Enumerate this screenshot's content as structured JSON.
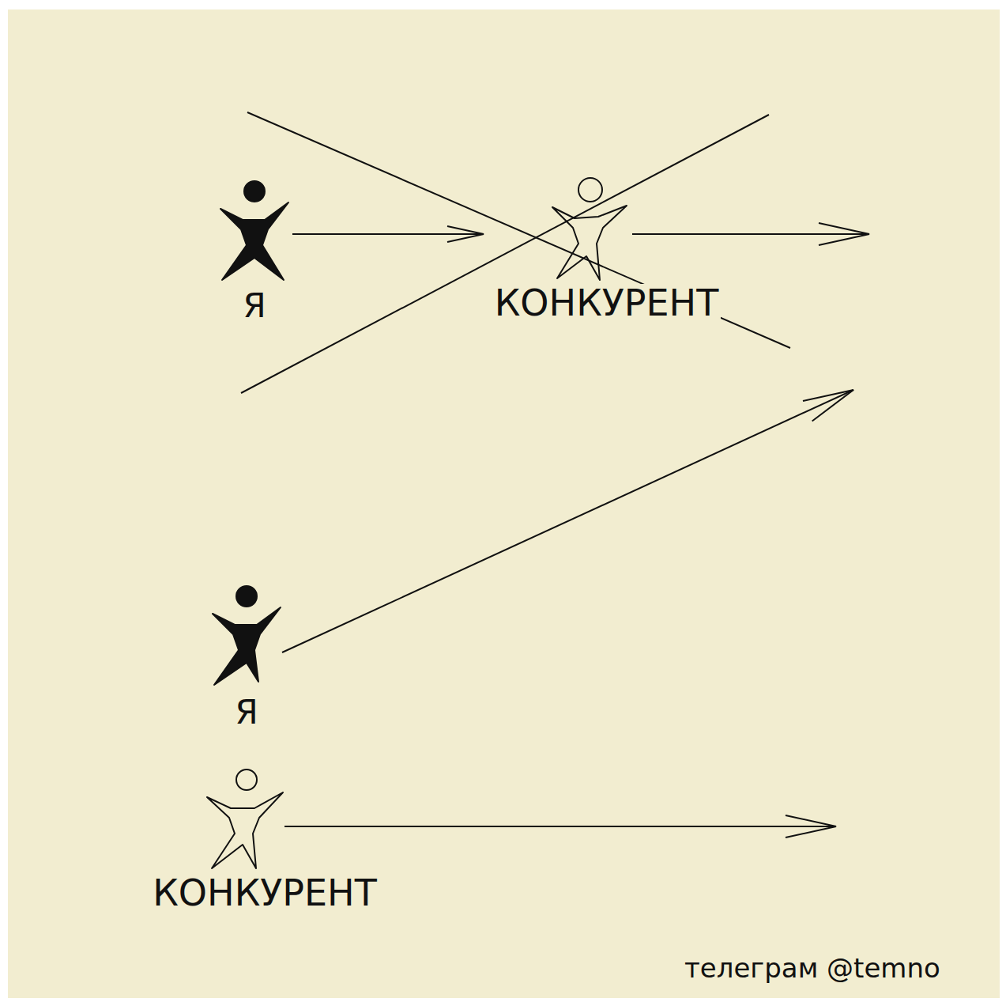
{
  "diagram": {
    "nodes": [
      {
        "text": [
          "Я"
        ]
      },
      {
        "text": [
          "КОНКУРЕНТ"
        ]
      },
      {
        "text": [
          "Я"
        ]
      },
      {
        "text": [
          "КОНКУРЕНТ"
        ]
      }
    ],
    "edges": [
      {
        "from": 0,
        "to": 1,
        "arrow": "to"
      }
    ],
    "labels": [
      "телеграм @temno"
    ]
  }
}
